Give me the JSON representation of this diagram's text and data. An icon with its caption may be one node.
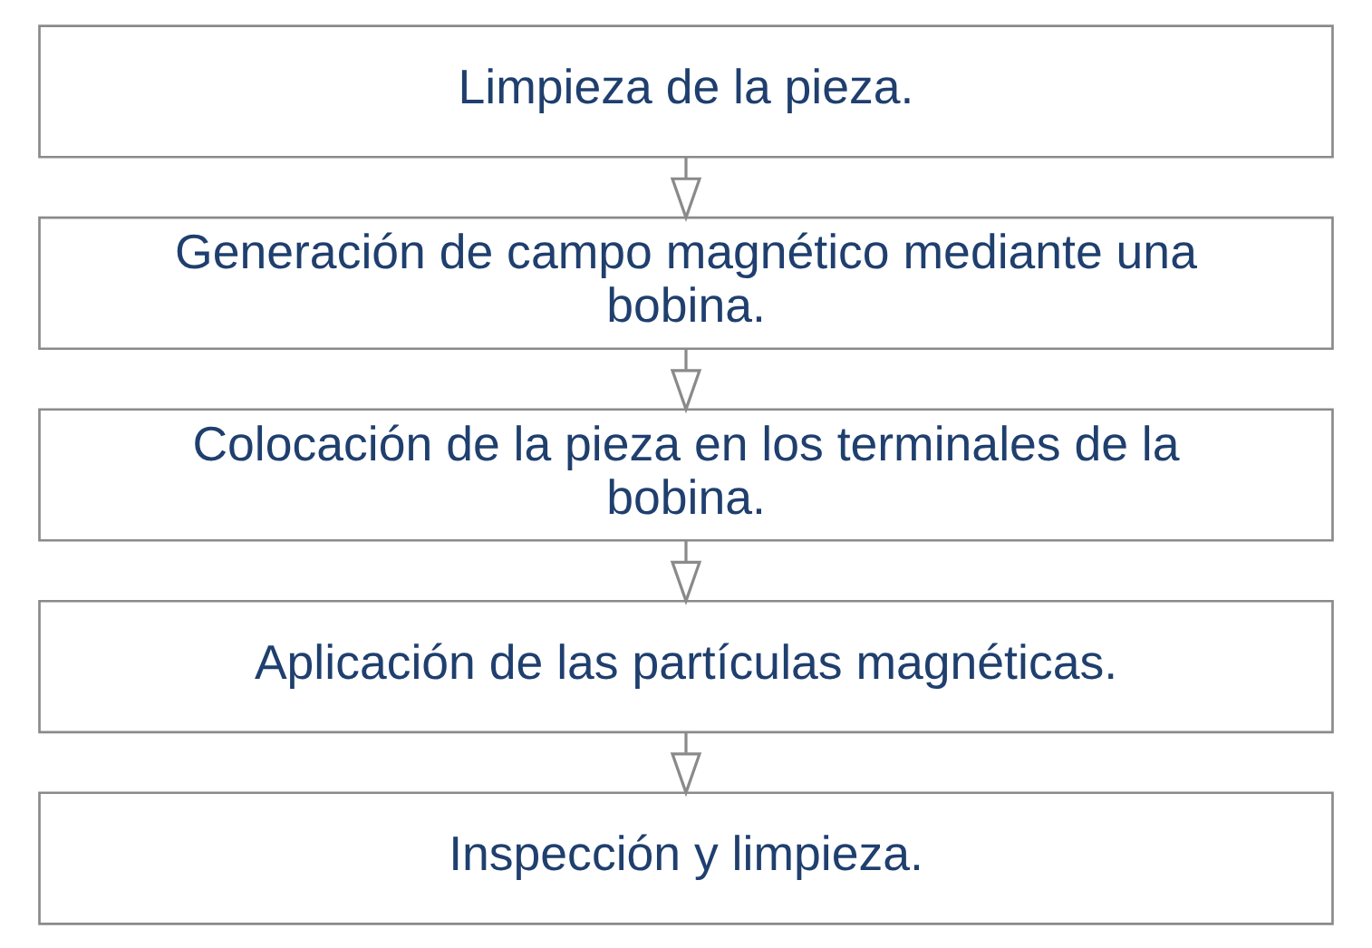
{
  "diagram": {
    "nodes": [
      {
        "text": [
          "Limpieza de la pieza."
        ]
      },
      {
        "text": [
          "Generación de campo magnético mediante una bobina."
        ]
      },
      {
        "text": [
          "Colocación de la pieza en los terminales de la bobina."
        ]
      },
      {
        "text": [
          "Aplicación de las partículas magnéticas."
        ]
      },
      {
        "text": [
          "Inspección y limpieza."
        ]
      }
    ],
    "edges": [
      {
        "from": 0,
        "to": 1,
        "arrow": "to"
      },
      {
        "from": 1,
        "to": 2,
        "arrow": "to"
      },
      {
        "from": 2,
        "to": 3,
        "arrow": "to"
      },
      {
        "from": 3,
        "to": 4,
        "arrow": "to"
      }
    ]
  }
}
